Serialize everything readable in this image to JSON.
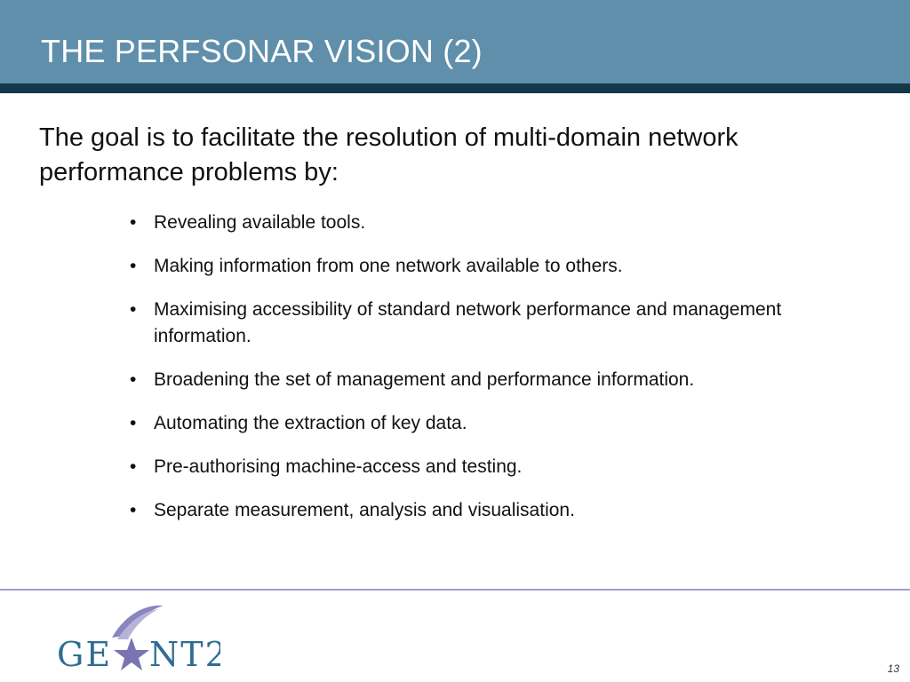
{
  "slide": {
    "title": "THE PERFSONAR VISION (2)",
    "intro": "The goal is to facilitate the resolution of multi-domain network performance problems by:",
    "bullets": [
      "Revealing available tools.",
      "Making information from one network available to others.",
      "Maximising accessibility of standard network performance and management information.",
      "Broadening the set of management and performance information.",
      "Automating the extraction of key data.",
      "Pre-authorising machine-access and testing.",
      "Separate measurement, analysis and visualisation."
    ],
    "bullet_glyph": "•",
    "page_number": "13"
  },
  "logo": {
    "text": "GEANT2",
    "icon": "star-swoosh-icon"
  },
  "colors": {
    "title_bar": "#5f8faa",
    "title_stripe": "#14374a",
    "footer_rule": "#a39fc9",
    "logo_text": "#2f6e91",
    "logo_star": "#7b74b3"
  }
}
